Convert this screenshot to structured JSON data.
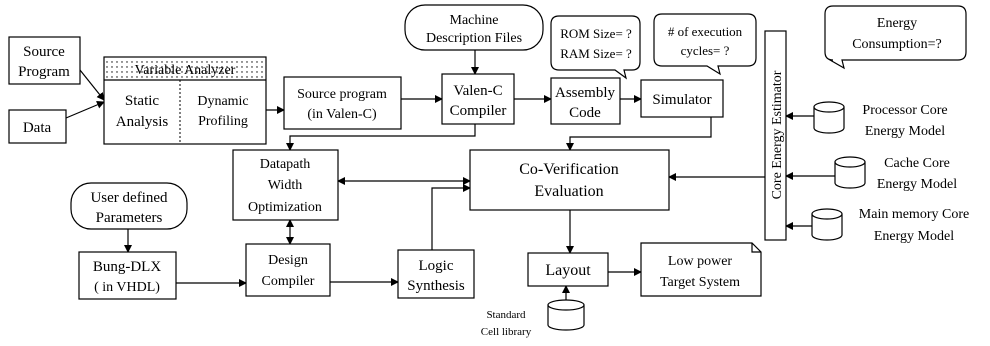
{
  "nodes": {
    "source_program": [
      "Source",
      "Program"
    ],
    "data": "Data",
    "variable_analyzer": "Variable Analyzer",
    "static_analysis": [
      "Static",
      "Analysis"
    ],
    "dynamic_profiling": [
      "Dynamic",
      "Profiling"
    ],
    "source_program_valenc": [
      "Source program",
      "(in Valen-C)"
    ],
    "machine_description": [
      "Machine",
      "Description Files"
    ],
    "valenc_compiler": [
      "Valen-C",
      "Compiler"
    ],
    "rom_ram": [
      "ROM Size= ?",
      "RAM Size= ?"
    ],
    "assembly_code": [
      "Assembly",
      "Code"
    ],
    "execution_cycles": [
      "# of execution",
      "cycles= ?"
    ],
    "simulator": "Simulator",
    "core_energy_estimator": "Core Energy Estimator",
    "energy_consumption": [
      "Energy",
      "Consumption=?"
    ],
    "processor_model": [
      "Processor Core",
      "Energy Model"
    ],
    "cache_model": [
      "Cache Core",
      "Energy Model"
    ],
    "main_memory_model": [
      "Main memory Core",
      "Energy Model"
    ],
    "datapath_width": [
      "Datapath",
      "Width",
      "Optimization"
    ],
    "coverification": [
      "Co-Verification",
      "Evaluation"
    ],
    "user_params": [
      "User defined",
      "Parameters"
    ],
    "bung_dlx": [
      "Bung-DLX",
      "( in VHDL)"
    ],
    "design_compiler": [
      "Design",
      "Compiler"
    ],
    "logic_synthesis": [
      "Logic",
      "Synthesis"
    ],
    "layout": "Layout",
    "low_power": [
      "Low power",
      "Target System"
    ],
    "cell_library": [
      "Standard",
      "Cell library"
    ]
  }
}
